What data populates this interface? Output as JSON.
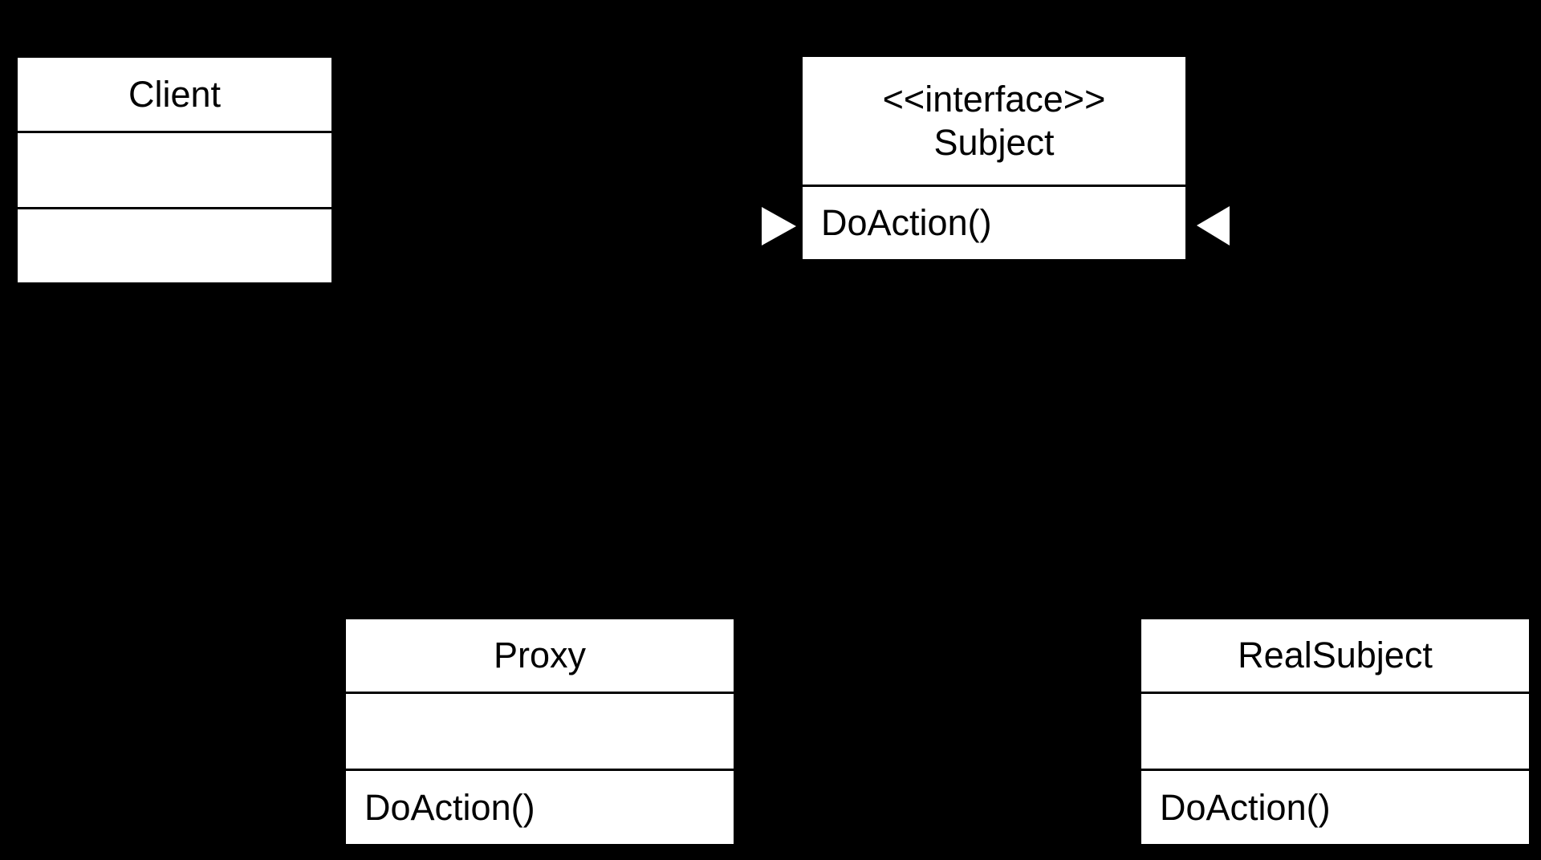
{
  "diagram": {
    "kind": "uml-class-diagram",
    "pattern": "Proxy",
    "background_color": "#000000",
    "box_fill_color": "#ffffff",
    "line_color": "#000000",
    "arrowhead_color": "#ffffff"
  },
  "classes": {
    "client": {
      "name": "Client",
      "attributes": "",
      "operations": ""
    },
    "subject": {
      "stereotype": "<<interface>>",
      "name": "Subject",
      "operation": "DoAction()"
    },
    "proxy": {
      "name": "Proxy",
      "attributes": "",
      "operation": "DoAction()"
    },
    "realsubject": {
      "name": "RealSubject",
      "attributes": "",
      "operation": "DoAction()"
    }
  },
  "relationships": {
    "left_arrowhead": "realization-arrowhead-pointing-right-at-subject-left-edge",
    "right_arrowhead": "realization-arrowhead-pointing-left-at-subject-right-edge"
  }
}
